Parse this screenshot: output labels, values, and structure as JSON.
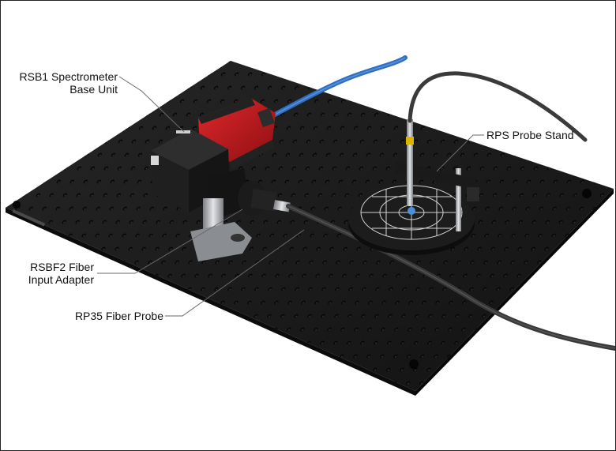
{
  "labels": {
    "rsb1": {
      "line1": "RSB1 Spectrometer",
      "line2": "Base Unit"
    },
    "rsbf2": {
      "line1": "RSBF2 Fiber",
      "line2": "Input Adapter"
    },
    "rp35": "RP35 Fiber Probe",
    "rps": "RPS Probe Stand"
  },
  "colors": {
    "breadboard": "#161616",
    "hole": "#050505",
    "spectrometer_red": "#c0171b",
    "cable_blue": "#2f6fc4",
    "fiber_gray": "#3a3a3a",
    "stand_chrome": "#b9bcc0",
    "target_line": "#e6e6e6"
  }
}
